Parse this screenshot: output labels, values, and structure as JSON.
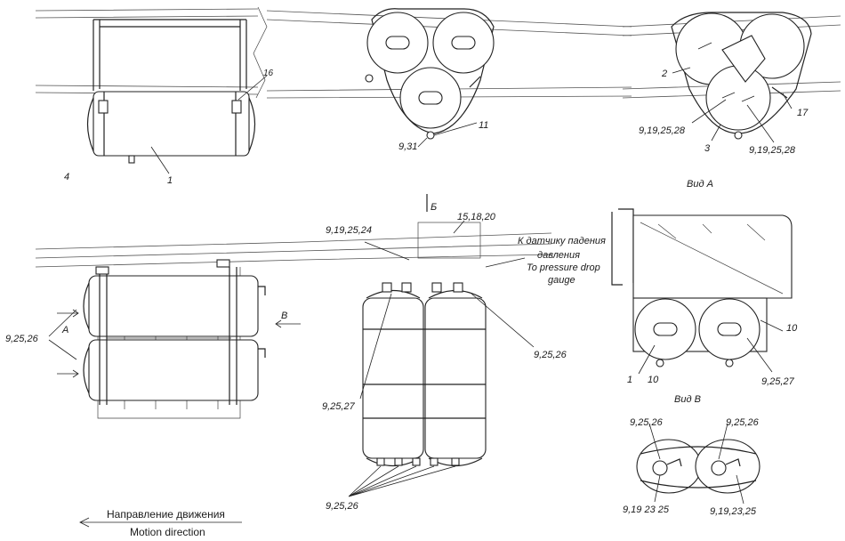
{
  "labels": {
    "tl_4": "4",
    "tl_1": "1",
    "tl_16": "16",
    "tc_931": "9,31",
    "tc_11": "11",
    "tr_2": "2",
    "tr_3": "3",
    "tr_17": "17",
    "tr_91925_28_left": "9,19,25,28",
    "tr_91925_28_right": "9,19,25,28",
    "vid_a": "Вид А",
    "ml_92526": "9,25,26",
    "ml_a": "А",
    "ml_b": "В",
    "mc_b": "Б",
    "mc_151820": "15,18,20",
    "mc_919_2524": "9,19,25,24",
    "sensor_ru_1": "К датчику падения",
    "sensor_ru_2": "давления",
    "sensor_en_1": "To pressure drop",
    "sensor_en_2": "gauge",
    "mc_92527": "9,25,27",
    "mc_92526_right": "9,25,26",
    "mc_92526_bottom": "9,25,26",
    "mr_1": "1",
    "mr_10_left": "10",
    "mr_10_right": "10",
    "mr_92527": "9,25,27",
    "vid_v": "Вид В",
    "br_92526_left": "9,25,26",
    "br_92526_right": "9,25,26",
    "br_9192325_left": "9,19 23 25",
    "br_9192325_right": "9,19,23,25",
    "dir_ru": "Направление движения",
    "dir_en": "Motion direction"
  }
}
